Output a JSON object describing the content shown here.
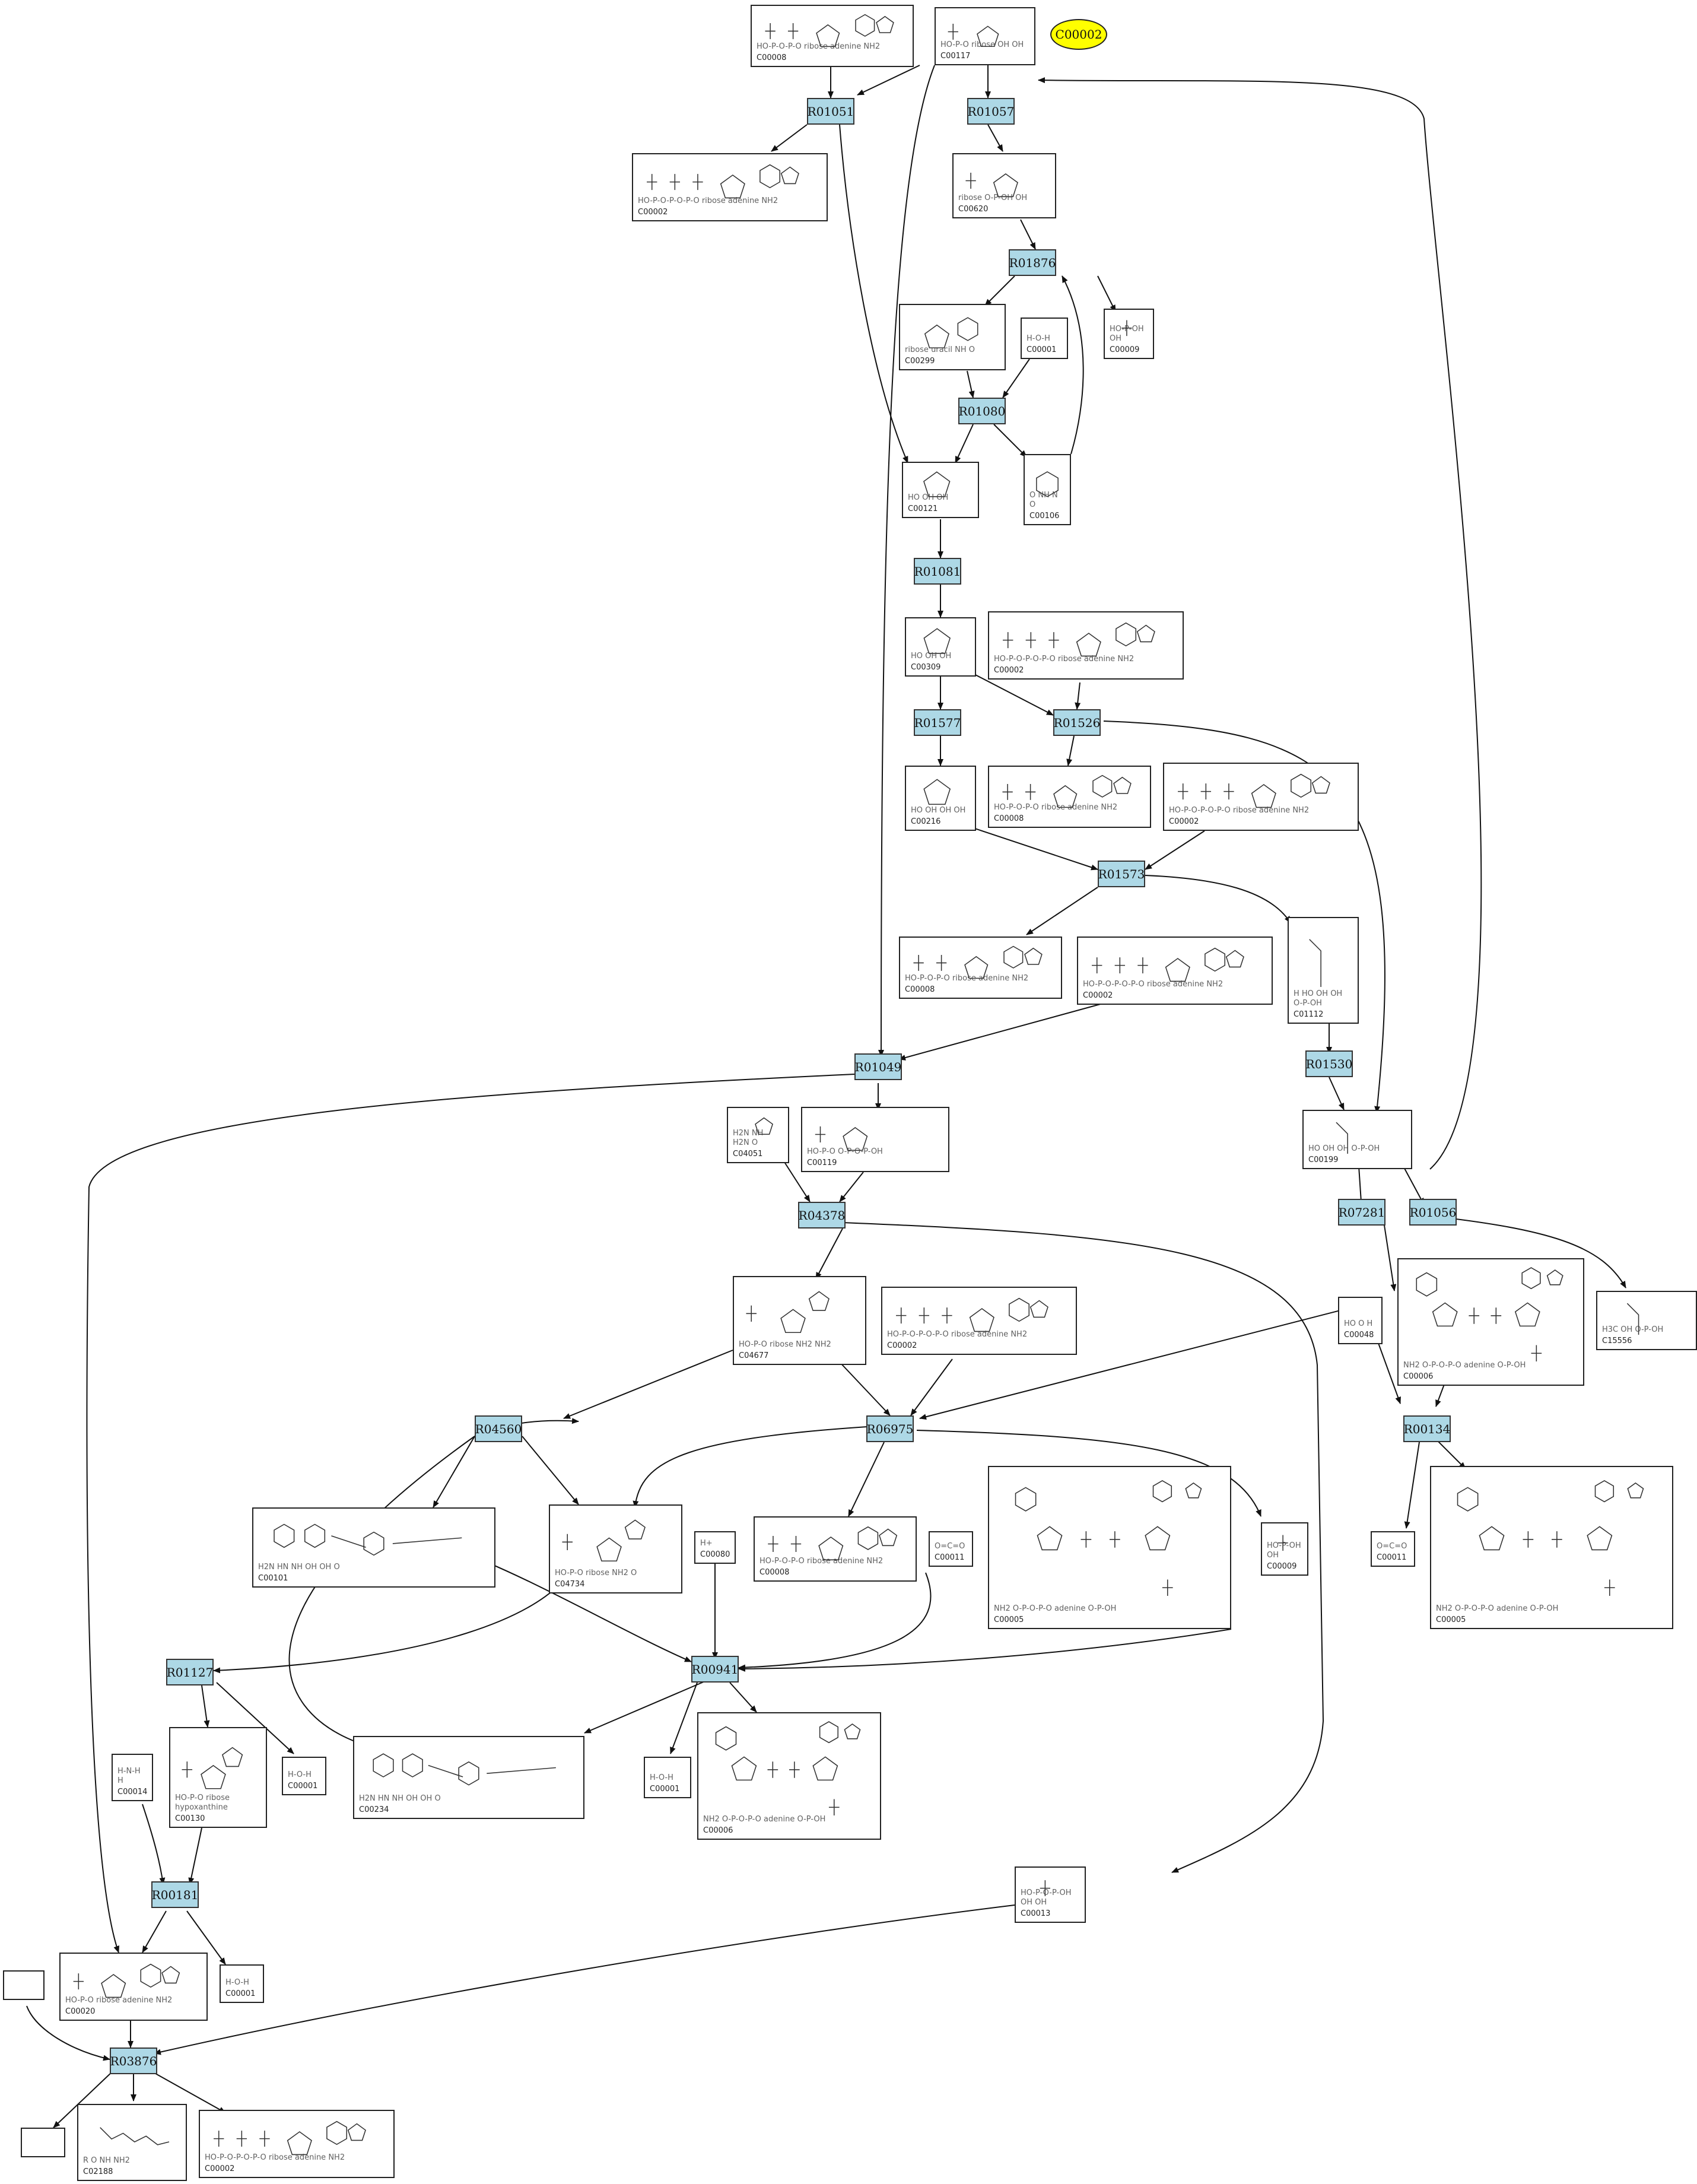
{
  "legend": {
    "highlight_label": "C00002",
    "highlight_color": "#ffff00"
  },
  "colors": {
    "reaction_fill": "#add8e6",
    "edge": "#111111"
  },
  "reactions": {
    "R01051": "R01051",
    "R01057": "R01057",
    "R01876": "R01876",
    "R01080": "R01080",
    "R01081": "R01081",
    "R01577": "R01577",
    "R01526": "R01526",
    "R01573": "R01573",
    "R01530": "R01530",
    "R01049": "R01049",
    "R04378": "R04378",
    "R07281": "R07281",
    "R01056": "R01056",
    "R04560": "R04560",
    "R06975": "R06975",
    "R00134": "R00134",
    "R01127": "R01127",
    "R00941": "R00941",
    "R00181": "R00181",
    "R03876": "R03876"
  },
  "compounds": {
    "c00008_top": {
      "id": "C00008",
      "atoms": "HO-P-O-P-O  ribose  adenine NH2"
    },
    "c00117_top": {
      "id": "C00117",
      "atoms": "HO-P-O  ribose  OH OH"
    },
    "c00002_r1": {
      "id": "C00002",
      "atoms": "HO-P-O-P-O-P-O  ribose  adenine NH2"
    },
    "c00620": {
      "id": "C00620",
      "atoms": "ribose  O-P-OH  OH"
    },
    "c00299": {
      "id": "C00299",
      "atoms": "ribose  uracil  NH  O"
    },
    "c00001_a": {
      "id": "C00001",
      "atoms": "H-O-H"
    },
    "c00009_a": {
      "id": "C00009",
      "atoms": "HO-P-OH  OH"
    },
    "c00121": {
      "id": "C00121",
      "atoms": "HO  OH  OH"
    },
    "c00106": {
      "id": "C00106",
      "atoms": "O  NH  N  O"
    },
    "c00309": {
      "id": "C00309",
      "atoms": "HO  OH  OH"
    },
    "c00002_b": {
      "id": "C00002",
      "atoms": "HO-P-O-P-O-P-O  ribose  adenine NH2"
    },
    "c00216": {
      "id": "C00216",
      "atoms": "HO  OH  OH  OH"
    },
    "c00008_b": {
      "id": "C00008",
      "atoms": "HO-P-O-P-O  ribose  adenine NH2"
    },
    "c00002_c": {
      "id": "C00002",
      "atoms": "HO-P-O-P-O-P-O  ribose  adenine NH2"
    },
    "c00008_c": {
      "id": "C00008",
      "atoms": "HO-P-O-P-O  ribose  adenine NH2"
    },
    "c00002_d": {
      "id": "C00002",
      "atoms": "HO-P-O-P-O-P-O  ribose  adenine NH2"
    },
    "c01112": {
      "id": "C01112",
      "atoms": "H  HO  OH  OH  O-P-OH"
    },
    "c04051": {
      "id": "C04051",
      "atoms": "H2N  NH  H2N  O"
    },
    "c00119": {
      "id": "C00119",
      "atoms": "HO-P-O  O-P-O-P-OH"
    },
    "c00199": {
      "id": "C00199",
      "atoms": "HO  OH  OH  O-P-OH"
    },
    "c04677": {
      "id": "C04677",
      "atoms": "HO-P-O  ribose  NH2  NH2"
    },
    "c00002_e": {
      "id": "C00002",
      "atoms": "HO-P-O-P-O-P-O  ribose  adenine NH2"
    },
    "c00048": {
      "id": "C00048",
      "atoms": "HO  O  H"
    },
    "c00006_a": {
      "id": "C00006",
      "atoms": "NH2  O-P-O-P-O  adenine  O-P-OH"
    },
    "c15556": {
      "id": "C15556",
      "atoms": "H3C  OH  O-P-OH"
    },
    "c00101": {
      "id": "C00101",
      "atoms": "H2N  HN  NH  OH  OH  O"
    },
    "c04734": {
      "id": "C04734",
      "atoms": "HO-P-O  ribose  NH2  O"
    },
    "c00008_d": {
      "id": "C00008",
      "atoms": "HO-P-O-P-O  ribose  adenine NH2"
    },
    "c00080": {
      "id": "C00080",
      "atoms": "H+"
    },
    "c00011_a": {
      "id": "C00011",
      "atoms": "O=C=O"
    },
    "c00005_a": {
      "id": "C00005",
      "atoms": "NH2  O-P-O-P-O  adenine  O-P-OH"
    },
    "c00009_b": {
      "id": "C00009",
      "atoms": "HO-P-OH  OH"
    },
    "c00011_b": {
      "id": "C00011",
      "atoms": "O=C=O"
    },
    "c00005_b": {
      "id": "C00005",
      "atoms": "NH2  O-P-O-P-O  adenine  O-P-OH"
    },
    "c00014": {
      "id": "C00014",
      "atoms": "H-N-H  H"
    },
    "c00130": {
      "id": "C00130",
      "atoms": "HO-P-O  ribose  hypoxanthine"
    },
    "c00001_b": {
      "id": "C00001",
      "atoms": "H-O-H"
    },
    "c00234": {
      "id": "C00234",
      "atoms": "H2N  HN  NH  OH  OH  O"
    },
    "c00001_c": {
      "id": "C00001",
      "atoms": "H-O-H"
    },
    "c00006_b": {
      "id": "C00006",
      "atoms": "NH2  O-P-O-P-O  adenine  O-P-OH"
    },
    "c00013": {
      "id": "C00013",
      "atoms": "HO-P-O-P-OH  OH OH"
    },
    "c00001_d": {
      "id": "C00001",
      "atoms": "H-O-H"
    },
    "c00020": {
      "id": "C00020",
      "atoms": "HO-P-O  ribose  adenine NH2"
    },
    "c02188": {
      "id": "C02188",
      "atoms": "R  O  NH  NH2"
    },
    "c00002_f": {
      "id": "C00002",
      "atoms": "HO-P-O-P-O-P-O  ribose  adenine NH2"
    }
  }
}
